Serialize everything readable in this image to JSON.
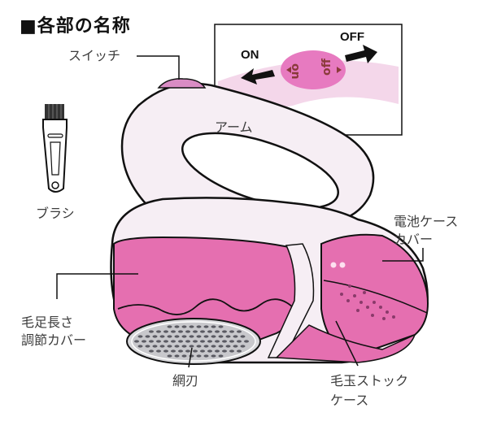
{
  "title": "■各部の名称",
  "inset": {
    "on_label": "ON",
    "off_label": "OFF",
    "switch_on_text": "on",
    "switch_off_text": "off"
  },
  "labels": {
    "switch": "スイッチ",
    "arm": "アーム",
    "brush": "ブラシ",
    "battery_cover_line1": "電池ケース",
    "battery_cover_line2": "カバー",
    "length_cover_line1": "毛足長さ",
    "length_cover_line2": "調節カバー",
    "blade": "網刃",
    "lint_case_line1": "毛玉ストック",
    "lint_case_line2": "ケース"
  },
  "colors": {
    "body_pink": "#e56fb0",
    "arm_white": "#f6eef4",
    "switch_pink": "#d98cc4",
    "inset_pink": "#e77ac0",
    "outline": "#111111"
  }
}
